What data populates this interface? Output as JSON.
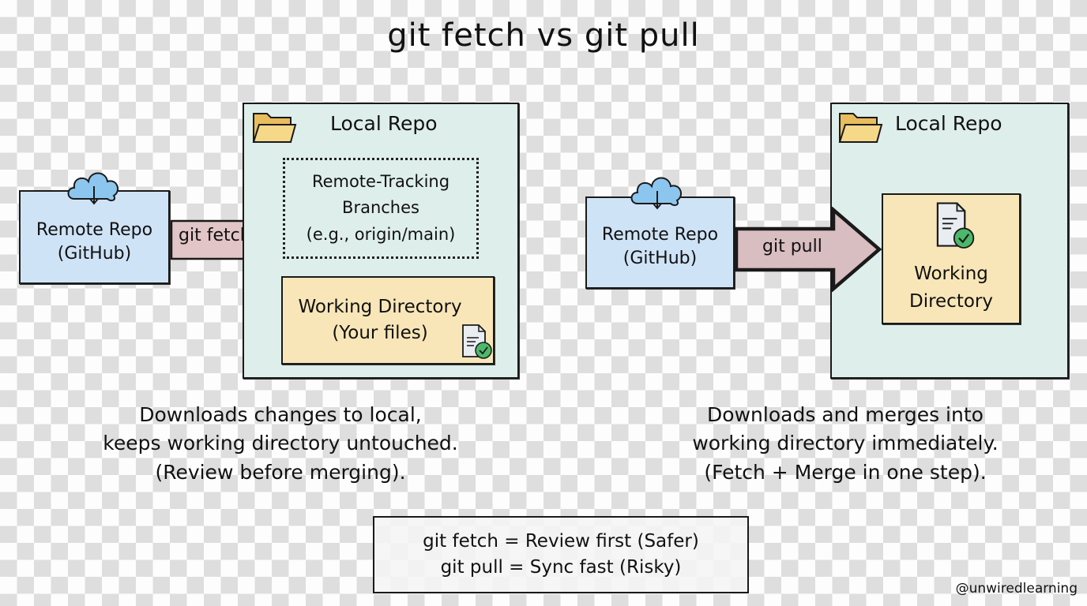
{
  "title": "git fetch vs git pull",
  "left_panel": {
    "remote_repo": {
      "line1": "Remote Repo",
      "line2": "(GitHub)",
      "icon": "cloud-download-icon"
    },
    "arrow_label": "git fetch",
    "local_repo": {
      "title": "Local Repo",
      "icon": "folder-icon",
      "remote_tracking": {
        "line1": "Remote-Tracking",
        "line2": "Branches",
        "line3": "(e.g., origin/main)"
      },
      "working_directory": {
        "line1": "Working Directory",
        "line2": "(Your files)",
        "icon": "document-check-icon"
      }
    },
    "description": [
      "Downloads changes to local,",
      "keeps working directory untouched.",
      "(Review before merging)."
    ]
  },
  "right_panel": {
    "remote_repo": {
      "line1": "Remote Repo",
      "line2": "(GitHub)",
      "icon": "cloud-download-icon"
    },
    "arrow_label": "git pull",
    "local_repo": {
      "title": "Local Repo",
      "icon": "folder-icon",
      "working_directory": {
        "line1": "Working",
        "line2": "Directory",
        "icon": "document-check-icon"
      }
    },
    "description": [
      "Downloads and merges into",
      "working directory immediately.",
      "(Fetch + Merge in one step)."
    ]
  },
  "summary": {
    "line1": "git fetch = Review first (Safer)",
    "line2": "git pull = Sync fast (Risky)"
  },
  "credit": "@unwiredlearning",
  "colors": {
    "remote_fill": "#cfe3f7",
    "local_fill": "#deeeea",
    "working_fill": "#f8e6b8",
    "arrow_fill": "#e2c5c7",
    "cloud": "#8cc6ef",
    "folder": "#f2cf7a",
    "check": "#4cb86a"
  }
}
